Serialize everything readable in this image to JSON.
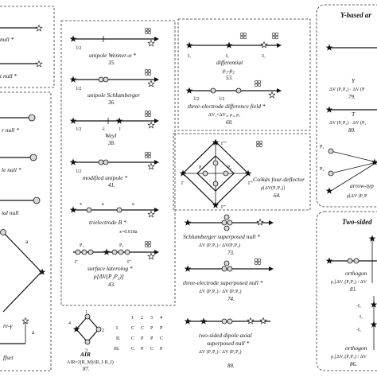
{
  "panel_a": {
    "lines": [
      "null *",
      "t null *"
    ],
    "r_null": "r null *",
    "le_null": "le null *",
    "ial_null": "ial null",
    "re_gamma": "re-γ",
    "ffset": "ffset",
    "a_mark": "a"
  },
  "panel_b": {
    "wenner": {
      "label": "unipole Wenner-α *",
      "num": "35.",
      "tick": "l/2"
    },
    "schlumberger": {
      "label": "unipole Schlumberger",
      "num": "36.",
      "tick": "l/2"
    },
    "weyl": {
      "label": "Weyl",
      "num": "38.",
      "ticks": [
        "l/2",
        "-l",
        "l"
      ]
    },
    "modified": {
      "label": "modified unipole *",
      "num": "41.",
      "tick": "l/2"
    },
    "trielectrode": {
      "label": "trielectrode B *",
      "num": "x=0.618a",
      "ticks": [
        "x",
        "a",
        "a"
      ]
    },
    "laterolog": {
      "label": "surface laterolog *",
      "formula": "ρ[ΔV(P₁P₂)]",
      "num": "43.",
      "ticks": [
        "P₁",
        "P₂",
        "Γ",
        "Γ'"
      ]
    },
    "air": {
      "label": "AIR",
      "formula": "AIR=2(R_M)/(R_I·R_I)",
      "num": "87.",
      "nodes": [
        "1",
        "2",
        "3",
        "4"
      ],
      "header": [
        "1",
        "2",
        "3",
        "4"
      ],
      "rows": [
        {
          "id": "I.",
          "cells": [
            "C",
            "C",
            "P",
            "P"
          ]
        },
        {
          "id": "II.",
          "cells": [
            "C",
            "P",
            "P",
            "C"
          ]
        },
        {
          "id": "III.",
          "cells": [
            "C",
            "P",
            "C",
            "P"
          ]
        }
      ]
    }
  },
  "panel_c": {
    "differential": {
      "label": "differential",
      "formula": "ρ₁-ρ₂",
      "num": "53.",
      "ticks": [
        "I₁",
        "I₁",
        "-I₁"
      ]
    },
    "three_diff": {
      "label": "three-electrode difference field *",
      "formula": "ΔV₁+ΔV₂; ρ₁, ρ₁",
      "num": "60.",
      "ticks": [
        "l/2",
        "l/2"
      ]
    },
    "csokas": {
      "label": "Csókás four-deflector",
      "formula": "ρ[ΔV(P₁P₂)]",
      "num": "64.",
      "nodes": [
        "Γ'''",
        "Γ",
        "Γ''",
        "Γ''",
        "P₁",
        "P₂",
        "P₁",
        "P₂"
      ]
    }
  },
  "panel_d": {
    "schl_super": {
      "label": "Schlumberger superposed null *",
      "formula": "ΔV (P₁P₂) / ΔV(P₁P₂)",
      "num": "73."
    },
    "three_super": {
      "label": "three-electrode superposed null *",
      "formula": "ΔV (P₁P₂) / ΔV (P₁P₂)",
      "num": "74."
    },
    "two_sided": {
      "label": "two-sided dipole axial",
      "label2": "superposed null *",
      "formula": "ΔV (P₁P₂) / ΔV (P₁P₂)",
      "num": "88."
    }
  },
  "panel_e": {
    "header": "Y-based ar",
    "y": {
      "label": "Y",
      "formula": "ΔV (P₁P₂) · ΔV (P",
      "num": "79."
    },
    "t": {
      "label": "T",
      "formula": "ΔV (P₁P₂) · ΔV (P₁",
      "num": "80."
    },
    "arrow": {
      "label": "arrow-typ",
      "formula": "ρ[ΔV (P₁P",
      "ticks": [
        "P₁",
        "P₂"
      ]
    }
  },
  "panel_f": {
    "header": "Two-sided",
    "orth1": {
      "label": "orthogon",
      "formula": "ρ₁[ΔV₁(P₁P₂) / ΔV",
      "num": "81."
    },
    "orth2": {
      "label": "orthogon",
      "formula": "ρ₁[ΔV₁(P₁P₂) / ΔV",
      "num": "86."
    },
    "ticks": [
      "-I₁",
      "I₁",
      "-I₁"
    ]
  }
}
